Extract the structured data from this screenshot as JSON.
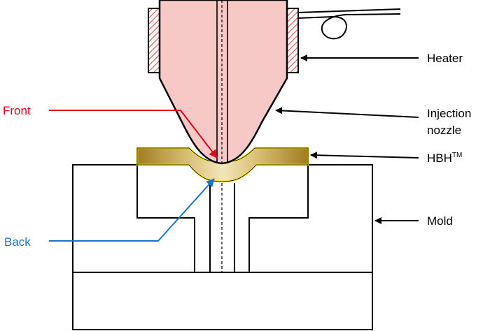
{
  "labels": {
    "heater": "Heater",
    "nozzle_line1": "Injection",
    "nozzle_line2": "nozzle",
    "hbh": "HBH",
    "hbh_tm": "TM",
    "mold": "Mold",
    "front": "Front",
    "back": "Back"
  },
  "colors": {
    "nozzle_fill": "#f6c8c6",
    "heater_hatch": "#e05a5a",
    "hbh_fill": "#a07c1e",
    "hbh_highlight": "#f3e6b6",
    "hbh_outline": "#f2e000",
    "front_arrow": "#e0001a",
    "back_arrow": "#1a73c8",
    "line": "#000000"
  }
}
